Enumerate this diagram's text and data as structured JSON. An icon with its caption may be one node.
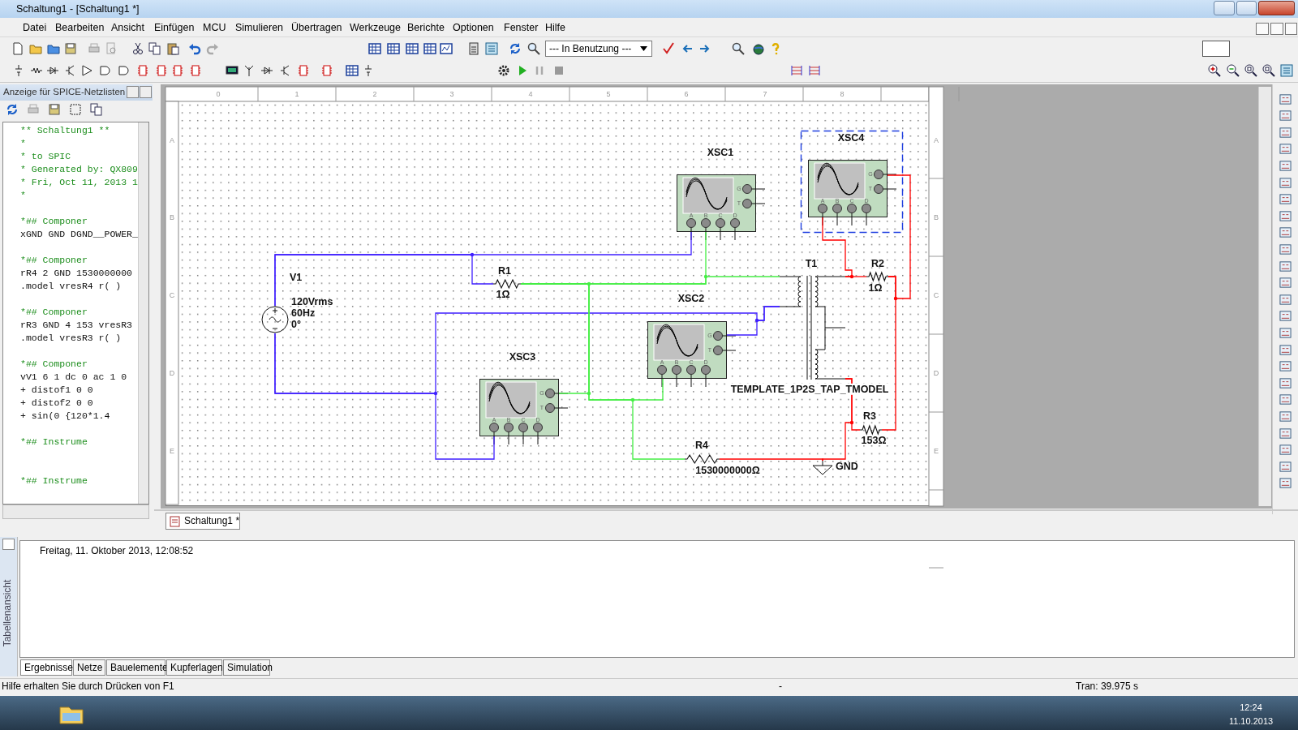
{
  "diagram": {
    "nodes": [
      {
        "text": [
          "V1",
          "120Vrms 60Hz 0°"
        ]
      },
      {
        "text": [
          "R1",
          "1Ω"
        ]
      },
      {
        "text": [
          "XSC1",
          "G",
          "T",
          "A",
          "B",
          "C",
          "D"
        ]
      },
      {
        "text": [
          "XSC4",
          "G",
          "T",
          "A",
          "B",
          "C",
          "D"
        ]
      },
      {
        "text": [
          "XSC2",
          "G",
          "T",
          "A",
          "B",
          "C",
          "D"
        ]
      },
      {
        "text": [
          "XSC3",
          "G",
          "T",
          "A",
          "B",
          "C",
          "D"
        ]
      },
      {
        "text": [
          "T1"
        ],
        "beside": [
          "TEMPLATE_1P2S_TAP_TMODEL"
        ]
      },
      {
        "text": [
          "R2",
          "1Ω"
        ]
      },
      {
        "text": [
          "R3",
          "153Ω"
        ]
      },
      {
        "text": [
          "R4",
          "1530000000Ω"
        ]
      },
      {
        "text": [
          "GND"
        ]
      }
    ],
    "edges": [
      {
        "from": 0,
        "to": 2,
        "arrow": "none",
        "color": "#3f1fff"
      },
      {
        "from": 0,
        "to": 1,
        "arrow": "none",
        "color": "#3f1fff"
      },
      {
        "from": 0,
        "to": 5,
        "arrow": "none",
        "color": "#3f1fff"
      },
      {
        "from": 0,
        "to": 6,
        "arrow": "none",
        "color": "#3f1fff"
      },
      {
        "from": 4,
        "to": 6,
        "arrow": "none",
        "color": "#3f1fff"
      },
      {
        "from": 1,
        "to": 6,
        "arrow": "none",
        "color": "#44ee44"
      },
      {
        "from": 1,
        "to": 2,
        "arrow": "none",
        "color": "#44ee44"
      },
      {
        "from": 1,
        "to": 5,
        "arrow": "none",
        "color": "#44ee44"
      },
      {
        "from": 1,
        "to": 4,
        "arrow": "none",
        "color": "#44ee44"
      },
      {
        "from": 1,
        "to": 9,
        "arrow": "none",
        "color": "#44ee44"
      },
      {
        "from": 6,
        "to": 7,
        "arrow": "none",
        "color": "#ff0000"
      },
      {
        "from": 6,
        "to": 3,
        "arrow": "none",
        "color": "#ff0000"
      },
      {
        "from": 7,
        "to": 3,
        "arrow": "none",
        "color": "#ff0000"
      },
      {
        "from": 7,
        "to": 8,
        "arrow": "none",
        "color": "#ff0000"
      },
      {
        "from": 6,
        "to": 8,
        "arrow": "none",
        "color": "#ff0000"
      },
      {
        "from": 6,
        "to": 10,
        "arrow": "none",
        "color": "#ff0000"
      },
      {
        "from": 9,
        "to": 10,
        "arrow": "none",
        "color": "#ff0000"
      }
    ],
    "labels": [
      "Schaltung1 - [Schaltung1 *]",
      "Datei",
      "Bearbeiten",
      "Ansicht",
      "Einfügen",
      "MCU",
      "Simulieren",
      "Übertragen",
      "Werkzeuge",
      "Berichte",
      "Optionen",
      "Fenster",
      "Hilfe",
      "--- In Benutzung ---",
      "Anzeige für SPICE-Netzlisten",
      "** Schaltung1 **",
      "*",
      "* to SPIC",
      "* Generated by: QX809",
      "* Fri, Oct 11, 2013 1",
      "*",
      "*## Componer",
      "xGND GND DGND__POWER_",
      "*## Componer",
      "rR4 2 GND 1530000000",
      ".model vresR4 r( )",
      "*## Componer",
      "rR3 GND 4 153 vresR3",
      ".model vresR3 r( )",
      "*## Componer",
      "vV1 6 1 dc 0 ac 1 0",
      "+ distof1 0 0",
      "+ distof2 0 0",
      "+ sin(0 {120*1.4",
      "*## Instrume",
      "*## Instrume",
      "0",
      "1",
      "2",
      "3",
      "4",
      "5",
      "6",
      "7",
      "8",
      "A",
      "B",
      "C",
      "D",
      "E",
      "A",
      "B",
      "C",
      "D",
      "E",
      "Schaltung1 *",
      "Freitag, 11. Oktober 2013, 12:08:52",
      "Tabellenansicht",
      "Ergebnisse",
      "Netze",
      "Bauelemente",
      "Kupferlagen",
      "Simulation",
      "Hilfe erhalten Sie durch Drücken von F1",
      "-",
      "Tran: 39.975 s",
      "12:24",
      "11.10.2013"
    ]
  }
}
